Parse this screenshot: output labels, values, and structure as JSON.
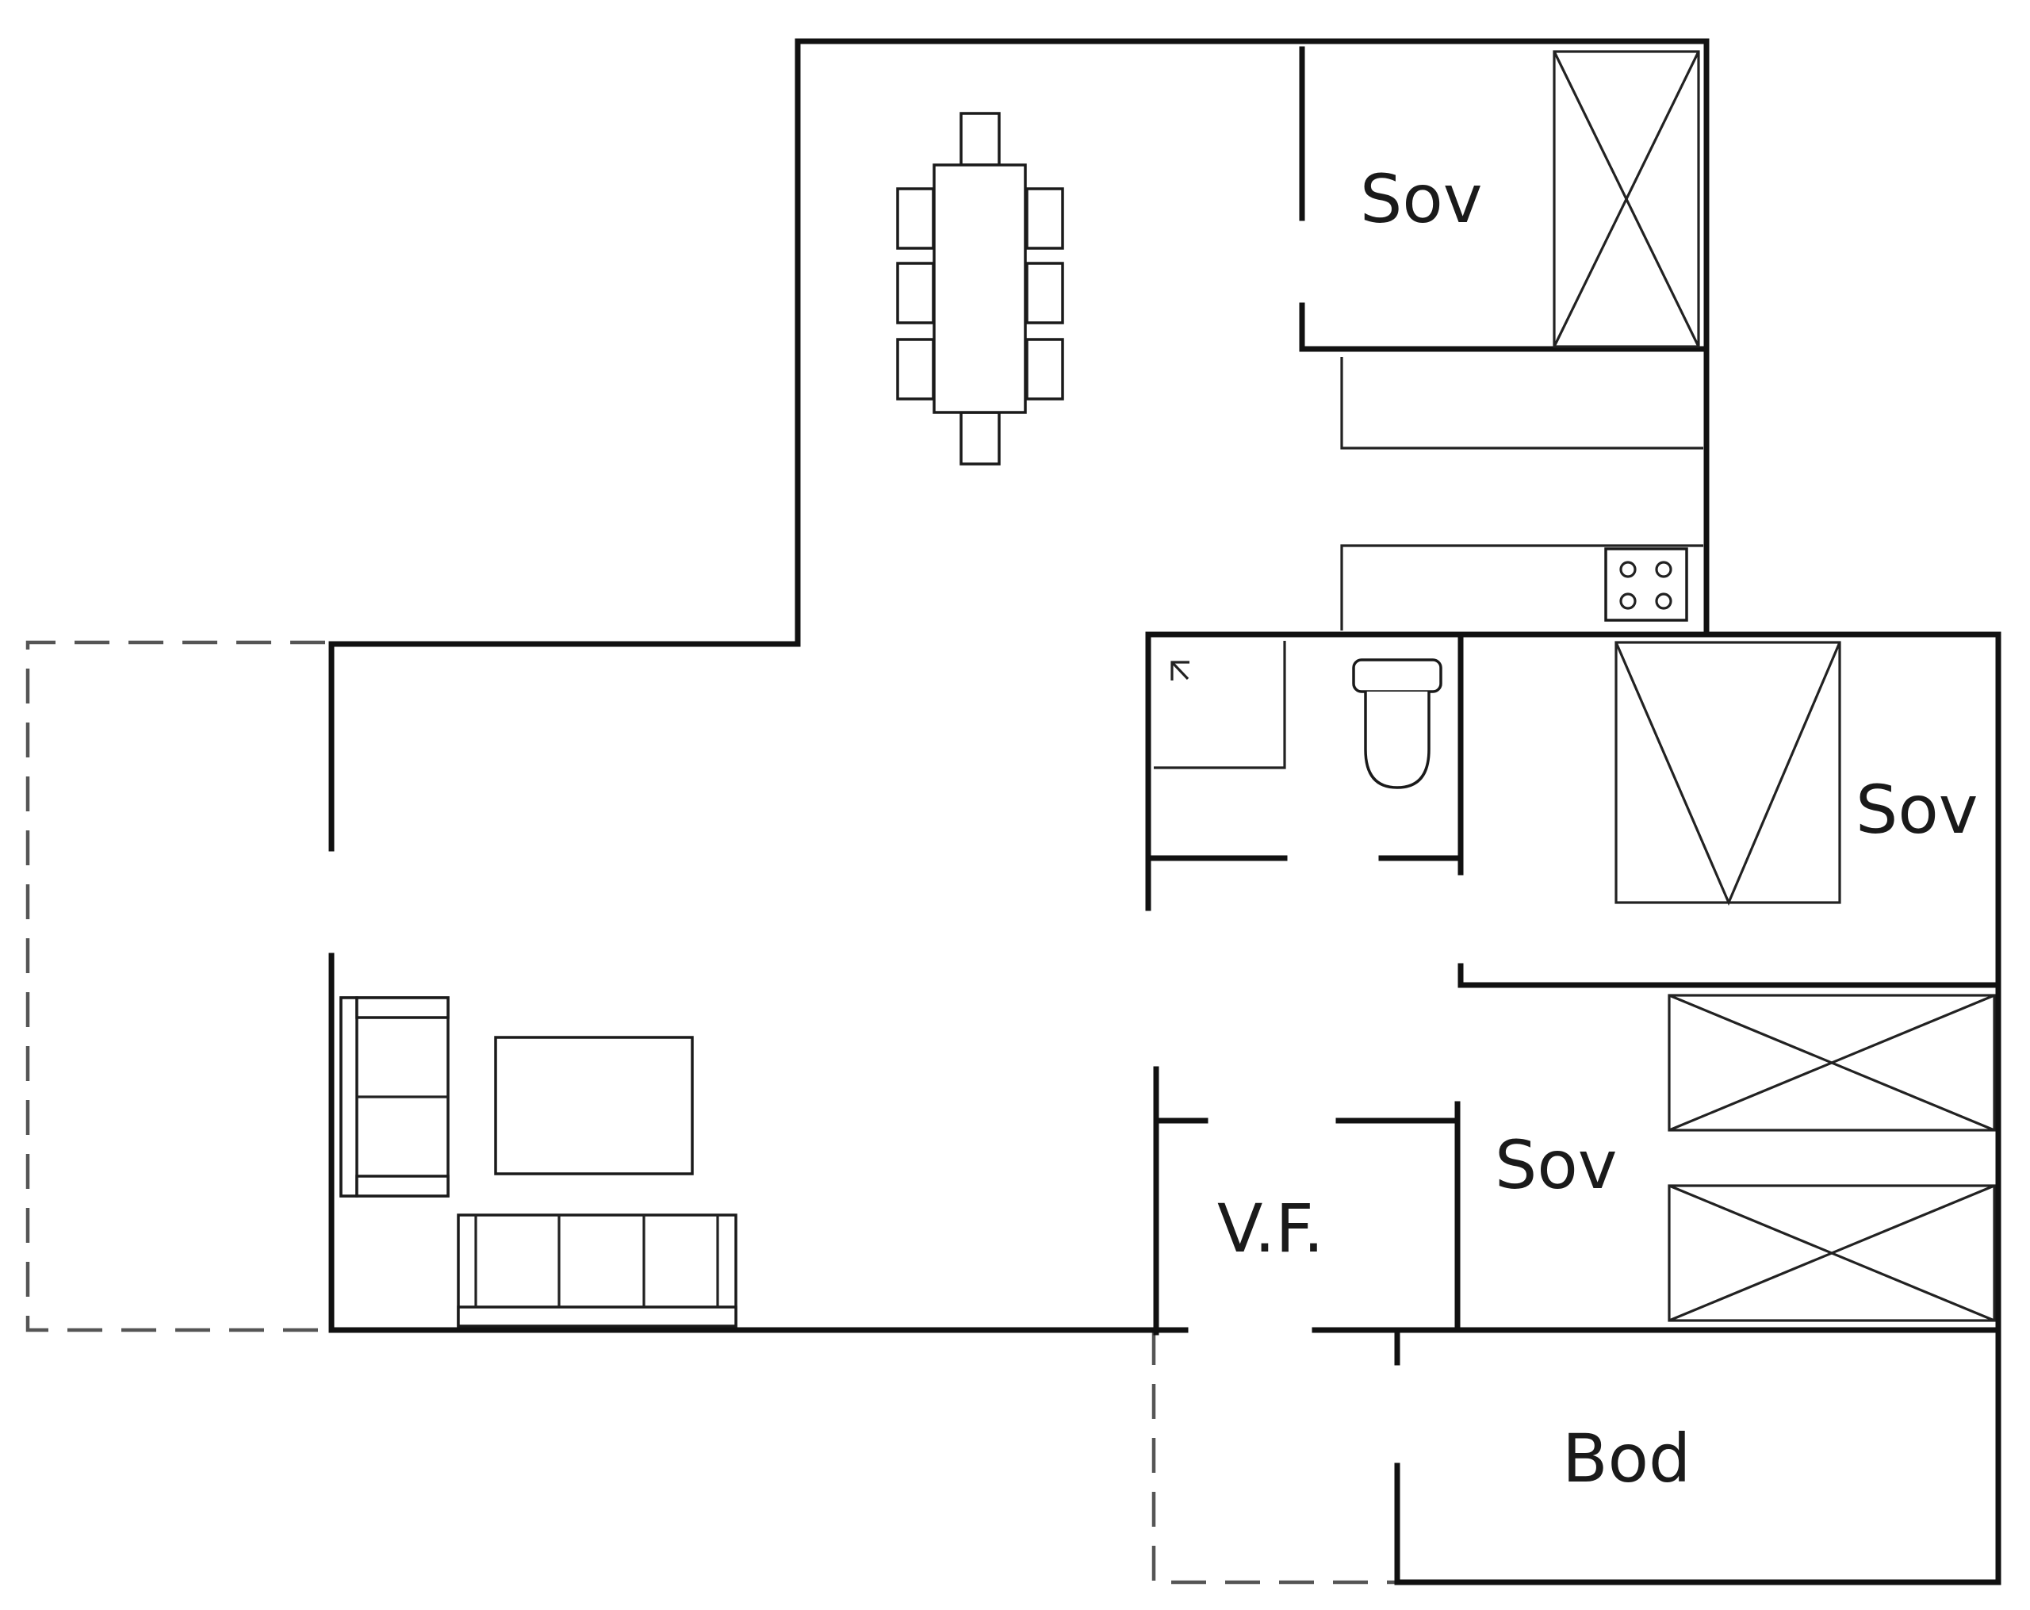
{
  "rooms": {
    "bedroom_top": "Sov",
    "bedroom_right": "Sov",
    "bedroom_lower": "Sov",
    "entrance": "V.F.",
    "storage": "Bod"
  },
  "icons": {
    "bed": "bed-icon",
    "wardrobe": "wardrobe-icon",
    "dining_table": "dining-table-icon",
    "chair": "chair-icon",
    "stove": "stove-icon",
    "toilet": "toilet-icon",
    "shower": "shower-icon",
    "sofa": "sofa-icon",
    "armchair": "armchair-icon",
    "coffee_table": "coffee-table-icon"
  },
  "colors": {
    "wall": "#111111",
    "outline": "#222222",
    "dashed_terrace": "#555555",
    "background": "#ffffff"
  }
}
